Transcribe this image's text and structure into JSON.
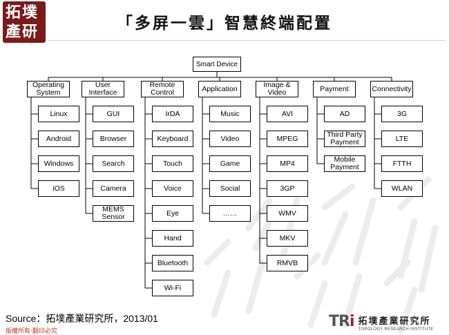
{
  "logo": {
    "lines": [
      "拓墣",
      "產研"
    ]
  },
  "title": "「多屏一雲」智慧終端配置",
  "root": "Smart Device",
  "categories": [
    {
      "label": "Operating\nSystem",
      "items": [
        "Linux",
        "Android",
        "Windows",
        "iOS"
      ]
    },
    {
      "label": "User\nInterface",
      "items": [
        "GUI",
        "Browser",
        "Search",
        "Camera",
        "MEMS\nSensor"
      ]
    },
    {
      "label": "Remote\nControl",
      "items": [
        "IrDA",
        "Keyboard",
        "Touch",
        "Voice",
        "Eye",
        "Hand",
        "Bluetooth",
        "Wi-Fi"
      ]
    },
    {
      "label": "Application",
      "items": [
        "Music",
        "Video",
        "Game",
        "Social",
        "……"
      ]
    },
    {
      "label": "Image &\nVideo",
      "items": [
        "AVI",
        "MPEG",
        "MP4",
        "3GP",
        "WMV",
        "MKV",
        "RMVB"
      ]
    },
    {
      "label": "Payment",
      "items": [
        "AD",
        "Third Party\nPayment",
        "Mobile\nPayment"
      ]
    },
    {
      "label": "Connectivity",
      "items": [
        "3G",
        "LTE",
        "FTTH",
        "WLAN"
      ]
    }
  ],
  "source": "Source：拓墣產業研究所，2013/01",
  "copyright": "版權所有‧翻印必究",
  "footer": {
    "tri": "TRi",
    "org_cn": "拓墣產業研究所",
    "org_en": "TOPOLOGY RESEARCH INSTITUTE"
  },
  "colors": {
    "logo_bg": "#7a1a1a",
    "accent_red": "#a02020"
  }
}
